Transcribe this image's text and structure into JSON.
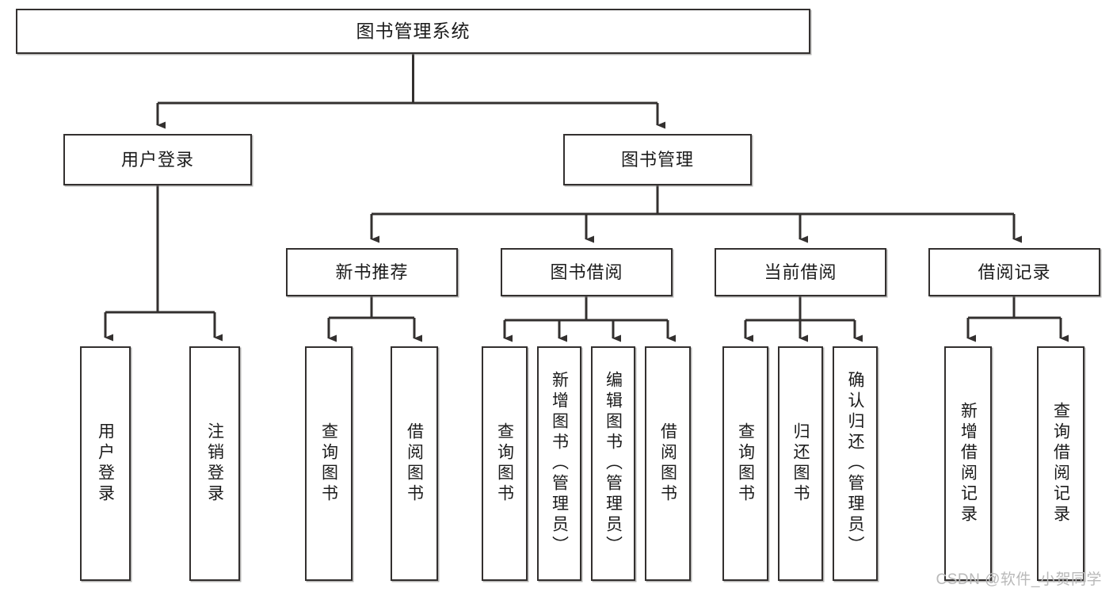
{
  "diagram": {
    "type": "tree",
    "title": "图书管理系统",
    "watermark": "CSDN @软件_小贺同学",
    "colors": {
      "background": "#ffffff",
      "box_border": "#33302f",
      "box_fill": "#ffffff",
      "connector": "#33302f",
      "text": "#1b1b1b",
      "watermark": "#b9b9b9"
    },
    "levels": {
      "root": "图书管理系统",
      "level2": [
        "用户登录",
        "图书管理"
      ],
      "level3": [
        "新书推荐",
        "图书借阅",
        "当前借阅",
        "借阅记录"
      ],
      "leaves": [
        "用户登录",
        "注销登录",
        "查询图书",
        "借阅图书",
        "查询图书",
        "新增图书（管理员）",
        "编辑图书（管理员）",
        "借阅图书",
        "查询图书",
        "归还图书",
        "确认归还（管理员）",
        "新增借阅记录",
        "查询借阅记录"
      ]
    },
    "nodes": {
      "root": {
        "label": "图书管理系统"
      },
      "user_login": {
        "label": "用户登录"
      },
      "book_manage": {
        "label": "图书管理"
      },
      "new_book_rec": {
        "label": "新书推荐"
      },
      "book_borrow": {
        "label": "图书借阅"
      },
      "current_borrow": {
        "label": "当前借阅"
      },
      "borrow_record": {
        "label": "借阅记录"
      },
      "leaf_user_login": {
        "label": "用户登录"
      },
      "leaf_logout": {
        "label": "注销登录"
      },
      "leaf_query_book_1": {
        "label": "查询图书"
      },
      "leaf_borrow_book_1": {
        "label": "借阅图书"
      },
      "leaf_query_book_2": {
        "label": "查询图书"
      },
      "leaf_add_book": {
        "label": "新增图书（管理员）"
      },
      "leaf_edit_book": {
        "label": "编辑图书（管理员）"
      },
      "leaf_borrow_book_2": {
        "label": "借阅图书"
      },
      "leaf_query_book_3": {
        "label": "查询图书"
      },
      "leaf_return_book": {
        "label": "归还图书"
      },
      "leaf_confirm_return": {
        "label": "确认归还（管理员）"
      },
      "leaf_add_record": {
        "label": "新增借阅记录"
      },
      "leaf_query_record": {
        "label": "查询借阅记录"
      }
    }
  }
}
